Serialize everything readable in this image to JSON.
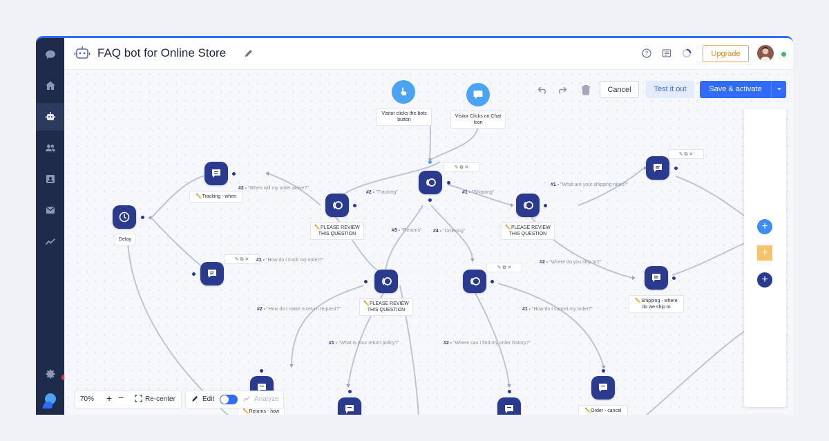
{
  "header": {
    "title": "FAQ bot for Online Store",
    "upgrade_label": "Upgrade"
  },
  "toolbar": {
    "cancel_label": "Cancel",
    "test_label": "Test it out",
    "save_label": "Save & activate"
  },
  "triggers": [
    {
      "label": "Visitor clicks the bots button"
    },
    {
      "label": "Visitor Clicks on Chat Icon"
    }
  ],
  "nodes": {
    "delay": "Delay",
    "tracking_when": "✏️Tracking - when",
    "review_left": "✏️PLEASE REVIEW THIS QUESTION",
    "review_right": "✏️PLEASE REVIEW THIS QUESTION",
    "review_center": "✏️PLEASE REVIEW THIS QUESTION",
    "shipping_where": "✏️Shipping - where do we ship to",
    "returns_how": "✏️Returns - how",
    "order_cancel": "✏️Order - cancel"
  },
  "edges": [
    {
      "num": "#2 -",
      "text": "\"When will my order arrive?\""
    },
    {
      "num": "#1 -",
      "text": "\"How do I track my order?\""
    },
    {
      "num": "#2 -",
      "text": "\"Tracking\""
    },
    {
      "num": "#1 -",
      "text": "\"Shipping\""
    },
    {
      "num": "#3 -",
      "text": "\"Returns\""
    },
    {
      "num": "#4 -",
      "text": "\"Ordering\""
    },
    {
      "num": "#1 -",
      "text": "\"What are your shipping rates?\""
    },
    {
      "num": "#2 -",
      "text": "\"Where do you ship to?\""
    },
    {
      "num": "#2 -",
      "text": "\"How do I make a return request?\""
    },
    {
      "num": "#1 -",
      "text": "\"What is your return policy?\""
    },
    {
      "num": "#2 -",
      "text": "\"Where can I find my order history?\""
    },
    {
      "num": "#1 -",
      "text": "\"How do I cancel my order?\""
    }
  ],
  "bottom": {
    "zoom": "70%",
    "recenter": "Re-center",
    "edit": "Edit",
    "analyze": "Analyze"
  },
  "colors": {
    "node": "#2a3a8f",
    "accent": "#2f6bff",
    "sidebar": "#1f2b4a",
    "upgrade": "#f0a04b"
  }
}
